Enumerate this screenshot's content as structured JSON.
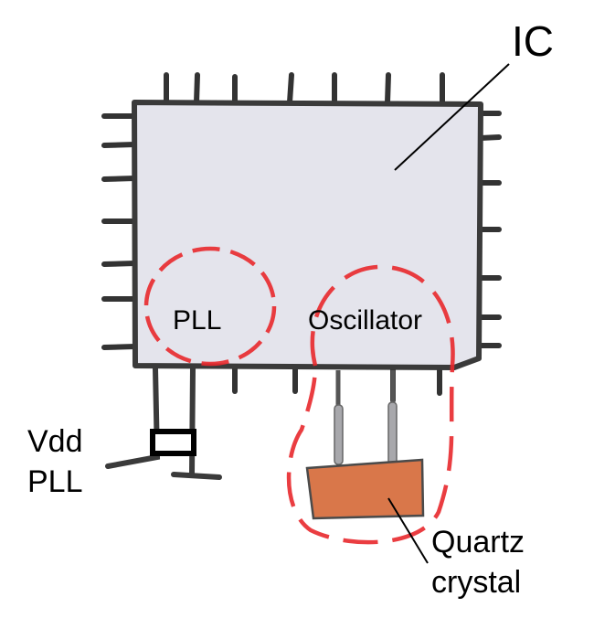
{
  "diagram": {
    "title": "IC with PLL and oscillator, quartz crystal and Vdd PLL filter",
    "labels": {
      "ic": "IC",
      "pll": "PLL",
      "oscillator": "Oscillator",
      "vdd_line1": "Vdd",
      "vdd_line2": "PLL",
      "quartz_line1": "Quartz",
      "quartz_line2": "crystal"
    },
    "colors": {
      "chip_fill": "#e4e4ec",
      "chip_outline": "#3a3a3a",
      "highlight_red": "#e8282c",
      "crystal_fill": "#d9774a",
      "crystal_outline": "#4a4a4a",
      "crystal_leads": "#a8a8ac",
      "text": "#000000"
    }
  }
}
